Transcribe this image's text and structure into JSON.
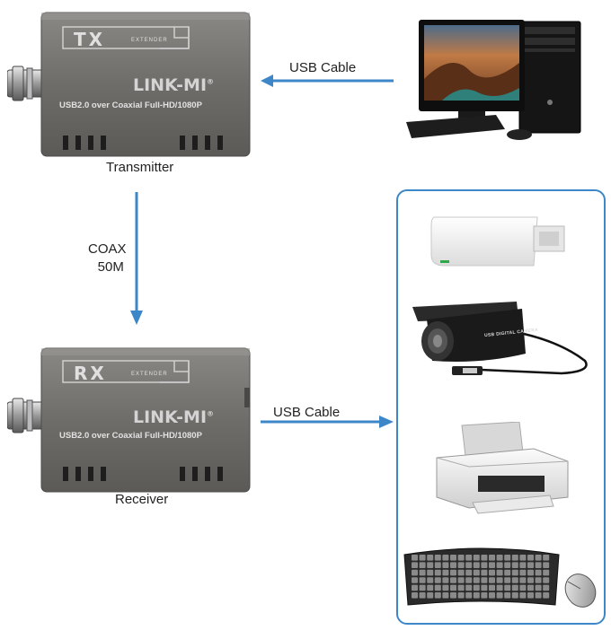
{
  "transmitter": {
    "badge": "TX",
    "badge_sub": "EXTENDER",
    "brand": "LINK-MI",
    "brand_mark": "®",
    "spec": "USB2.0 over Coaxial Full-HD/1080P",
    "caption": "Transmitter"
  },
  "receiver": {
    "badge": "RX",
    "badge_sub": "EXTENDER",
    "brand": "LINK-MI",
    "brand_mark": "®",
    "spec": "USB2.0 over Coaxial Full-HD/1080P",
    "caption": "Receiver"
  },
  "links": {
    "top_cable": "USB Cable",
    "coax_line1": "COAX",
    "coax_line2": "50M",
    "bottom_cable": "USB Cable"
  },
  "camera": {
    "label": "USB DIGITAL CAMERA"
  },
  "colors": {
    "arrow": "#3d86c8",
    "panel_border": "#3d86c8",
    "device_body": "#6e6c68",
    "device_text": "#d8d8d8"
  },
  "icons": [
    "computer-icon",
    "usb-dongle-icon",
    "camera-icon",
    "printer-icon",
    "keyboard-icon",
    "mouse-icon",
    "bnc-connector-icon"
  ]
}
